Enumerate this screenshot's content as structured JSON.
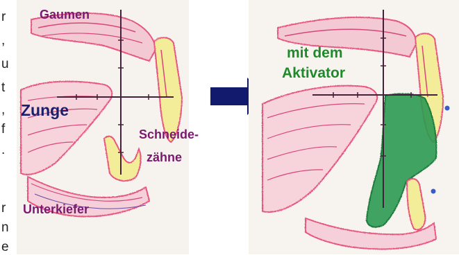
{
  "left_panel": {
    "labels": {
      "palate": "Gaumen",
      "tongue": "Zunge",
      "incisors_line1": "Schneide-",
      "incisors_line2": "zähne",
      "lower_jaw": "Unterkiefer"
    }
  },
  "right_panel": {
    "labels": {
      "with_line1": "mit dem",
      "with_line2": "Aktivator"
    }
  },
  "edge_fragment_text": [
    "r",
    ",",
    "u",
    "t",
    ",",
    "f",
    ".",
    "r",
    "n",
    "e"
  ],
  "colors": {
    "label_purple": "#7a1a6f",
    "label_navy": "#1a1f6b",
    "label_green": "#1f8a2b",
    "arrow": "#121a6e",
    "activator_green": "#2e9a52",
    "tissue_pink": "#e8557e",
    "tooth_yellow": "#f3ed9a",
    "axis": "#45203a"
  }
}
